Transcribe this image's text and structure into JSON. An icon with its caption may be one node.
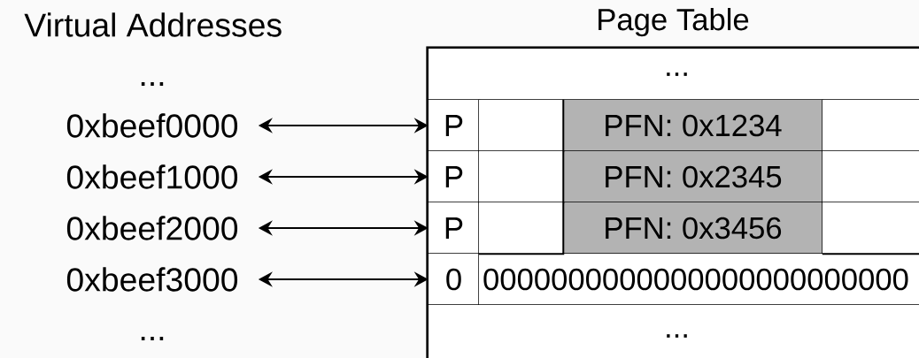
{
  "diagram": {
    "nodes": [
      {
        "text": [
          "0xbeef0000"
        ]
      },
      {
        "text": [
          "0xbeef1000"
        ]
      },
      {
        "text": [
          "0xbeef2000"
        ]
      },
      {
        "text": [
          "0xbeef3000"
        ]
      },
      {
        "text": [
          "Page Table"
        ]
      },
      {
        "text": [
          "..."
        ],
        "in": 4
      },
      {
        "text": [
          "P"
        ],
        "in": 4
      },
      {
        "text": [],
        "shape": "box",
        "in": 4
      },
      {
        "text": [
          "PFN: 0x1234"
        ],
        "in": 4
      },
      {
        "text": [],
        "shape": "box",
        "in": 4
      },
      {
        "text": [
          "P"
        ],
        "in": 4
      },
      {
        "text": [],
        "shape": "box",
        "in": 4
      },
      {
        "text": [
          "PFN: 0x2345"
        ],
        "in": 4
      },
      {
        "text": [],
        "shape": "box",
        "in": 4
      },
      {
        "text": [
          "P"
        ],
        "in": 4
      },
      {
        "text": [],
        "shape": "box",
        "in": 4
      },
      {
        "text": [
          "PFN: 0x3456"
        ],
        "in": 4
      },
      {
        "text": [],
        "shape": "box",
        "in": 4
      },
      {
        "text": [
          "0"
        ],
        "in": 4
      },
      {
        "text": [
          "0000000000000000000000000"
        ],
        "in": 4
      },
      {
        "text": [
          "..."
        ],
        "in": 4
      }
    ],
    "edges": [
      {
        "from": 0,
        "to": 6,
        "arrow": "both"
      },
      {
        "from": 1,
        "to": 10,
        "arrow": "both"
      },
      {
        "from": 2,
        "to": 14,
        "arrow": "both"
      },
      {
        "from": 3,
        "to": 18,
        "arrow": "both"
      }
    ],
    "labels": [
      "Virtual Addresses",
      "...",
      "..."
    ]
  }
}
